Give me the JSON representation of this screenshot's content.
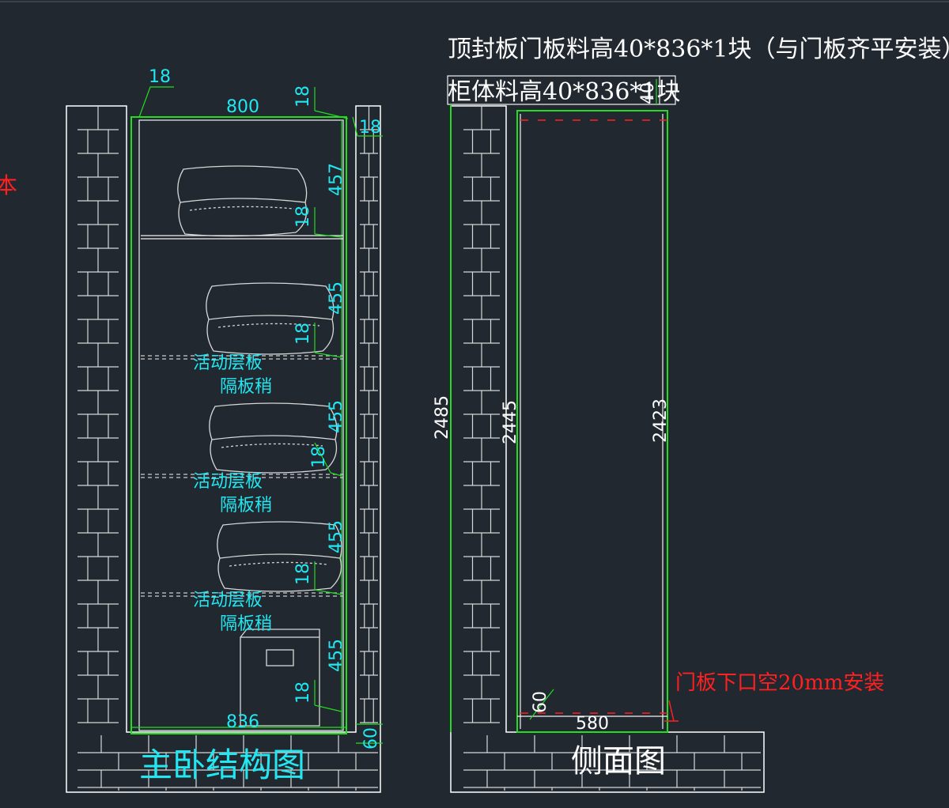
{
  "title_main": "主卧结构图",
  "title_side": "侧面图",
  "note_top_cover": "顶封板门板料高40*836*1块（与门板齐平安装）",
  "note_body": "柜体料高40*836*1块",
  "note_door_gap": "门板下口空20mm安装",
  "partial_red_label": "本",
  "shelf_label": "活动层板",
  "pin_label": "隔板稍",
  "front_dims": {
    "top_offset": "18",
    "width_top": "800",
    "top_board": "18",
    "side_board": "18",
    "bay1": "457",
    "shelf1": "18",
    "bay2": "455",
    "shelf2": "18",
    "bay3": "455",
    "shelf3": "18",
    "bay4": "455",
    "shelf4": "18",
    "bay5": "455",
    "shelf5": "18",
    "width_bottom": "836",
    "base": "60"
  },
  "side_dims": {
    "top_cover_h": "40",
    "total_height": "2485",
    "cabinet_height": "2445",
    "inner_height": "2423",
    "base_h": "60",
    "depth": "580"
  }
}
